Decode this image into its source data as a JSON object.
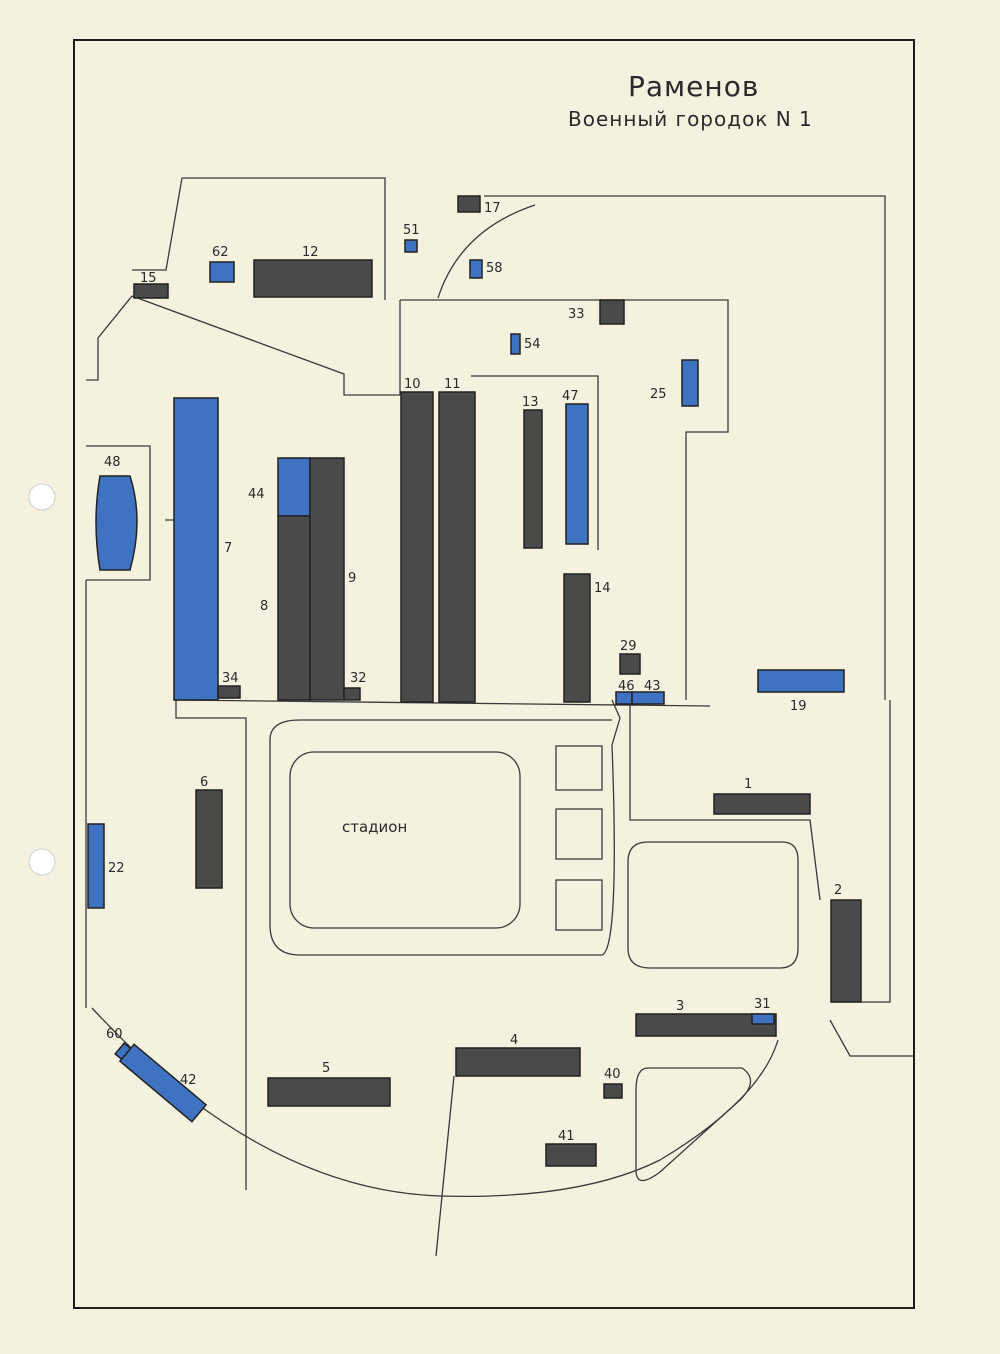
{
  "map": {
    "title": "Раменов",
    "subtitle": "Военный городок N 1",
    "stadium_label": "стадион",
    "colors": {
      "paper": "#f4f1df",
      "dark_building": "#4a4a4a",
      "blue_building": "#3f73c2",
      "line": "#2a2a2a"
    },
    "buildings": [
      {
        "id": "12",
        "color": "dark"
      },
      {
        "id": "15",
        "color": "dark"
      },
      {
        "id": "62",
        "color": "blue"
      },
      {
        "id": "51",
        "color": "blue"
      },
      {
        "id": "17",
        "color": "dark"
      },
      {
        "id": "58",
        "color": "blue"
      },
      {
        "id": "33",
        "color": "dark"
      },
      {
        "id": "54",
        "color": "blue"
      },
      {
        "id": "25",
        "color": "blue"
      },
      {
        "id": "48",
        "color": "blue"
      },
      {
        "id": "7",
        "color": "blue"
      },
      {
        "id": "44",
        "color": "blue"
      },
      {
        "id": "8",
        "color": "dark"
      },
      {
        "id": "9",
        "color": "dark"
      },
      {
        "id": "34",
        "color": "dark"
      },
      {
        "id": "32",
        "color": "dark"
      },
      {
        "id": "10",
        "color": "dark"
      },
      {
        "id": "11",
        "color": "dark"
      },
      {
        "id": "13",
        "color": "dark"
      },
      {
        "id": "47",
        "color": "blue"
      },
      {
        "id": "14",
        "color": "dark"
      },
      {
        "id": "29",
        "color": "dark"
      },
      {
        "id": "46",
        "color": "blue"
      },
      {
        "id": "43",
        "color": "blue"
      },
      {
        "id": "19",
        "color": "blue"
      },
      {
        "id": "1",
        "color": "dark"
      },
      {
        "id": "6",
        "color": "dark"
      },
      {
        "id": "22",
        "color": "blue"
      },
      {
        "id": "2",
        "color": "dark"
      },
      {
        "id": "3",
        "color": "dark"
      },
      {
        "id": "31",
        "color": "blue"
      },
      {
        "id": "4",
        "color": "dark"
      },
      {
        "id": "5",
        "color": "dark"
      },
      {
        "id": "40",
        "color": "dark"
      },
      {
        "id": "41",
        "color": "dark"
      },
      {
        "id": "60",
        "color": "blue"
      },
      {
        "id": "42",
        "color": "blue"
      }
    ]
  }
}
